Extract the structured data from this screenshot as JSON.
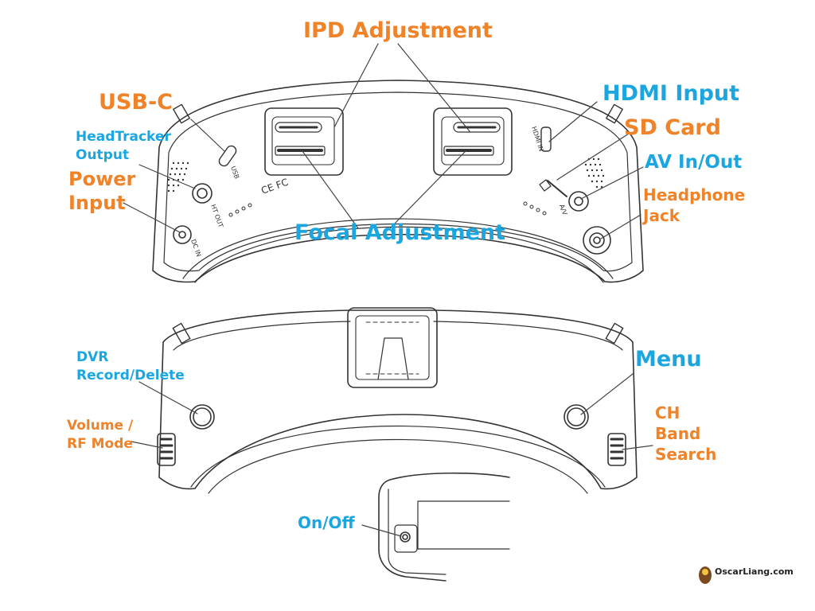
{
  "labels": {
    "ipd": "IPD Adjustment",
    "usbc": "USB-C",
    "headtracker": [
      "HeadTracker",
      "Output"
    ],
    "power": [
      "Power",
      "Input"
    ],
    "hdmi": "HDMI Input",
    "sdcard": "SD Card",
    "av": "AV In/Out",
    "headphone": [
      "Headphone",
      "Jack"
    ],
    "focal": "Focal Adjustment",
    "dvr": [
      "DVR",
      "Record/Delete"
    ],
    "volume": [
      "Volume /",
      "RF Mode"
    ],
    "menu": "Menu",
    "ch": [
      "CH",
      "Band",
      "Search"
    ],
    "onoff": "On/Off"
  },
  "device_markings": {
    "usb": "USB",
    "ht_out": "HT OUT",
    "dc_in": "DC IN",
    "hdmi_in": "HDMI IN",
    "av": "A/V",
    "ce_fc": "CE FC"
  },
  "watermark": "OscarLiang.com",
  "colors": {
    "orange": "#f08228",
    "blue": "#1ba6e0",
    "line": "#333333"
  }
}
